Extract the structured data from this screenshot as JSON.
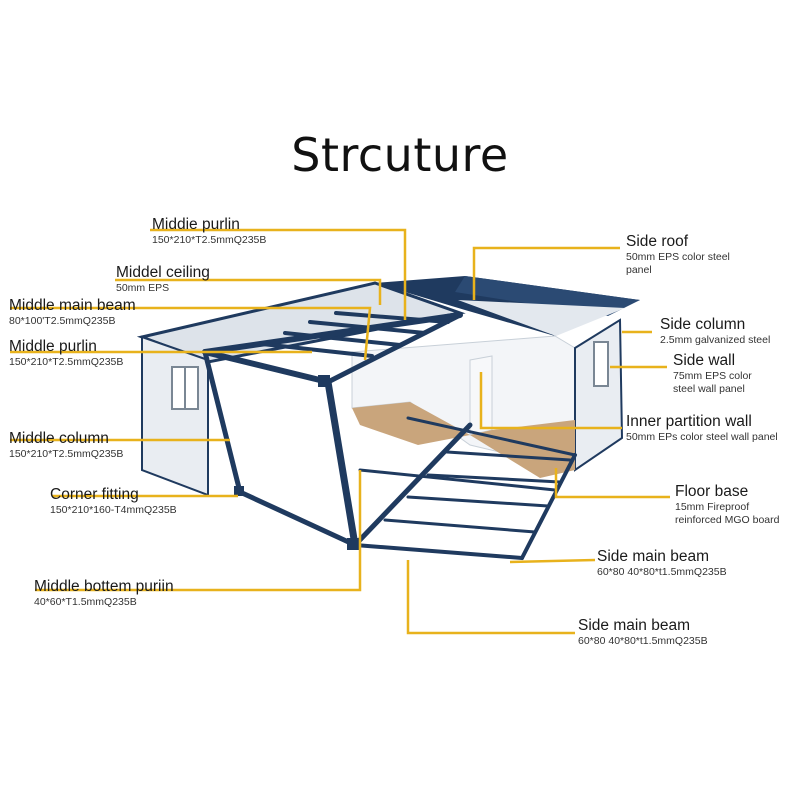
{
  "title": "Strcuture",
  "colors": {
    "frame": "#1f3a5f",
    "leader": "#e8b21c",
    "panel": "#e9edf2",
    "floor": "#c9a57c"
  },
  "callouts": [
    {
      "id": "middie-purlin",
      "name": "Middie purlin",
      "desc": "150*210*T2.5mmQ235B"
    },
    {
      "id": "middel-ceiling",
      "name": "Middel ceiling",
      "desc": "50mm EPS"
    },
    {
      "id": "middle-main-beam",
      "name": "Middle main beam",
      "desc": "80*100'T2.5mmQ235B"
    },
    {
      "id": "middle-purlin",
      "name": "Middle purlin",
      "desc": "150*210*T2.5mmQ235B"
    },
    {
      "id": "middle-column",
      "name": "Middle column",
      "desc": "150*210*T2.5mmQ235B"
    },
    {
      "id": "corner-fitting",
      "name": "Corner fitting",
      "desc": "150*210*160-T4mmQ235B"
    },
    {
      "id": "middle-bottem-puriin",
      "name": "Middle bottem puriin",
      "desc": "40*60*T1.5mmQ235B"
    },
    {
      "id": "side-roof",
      "name": "Side roof",
      "desc": "50mm EPS color steel",
      "desc2": "panel"
    },
    {
      "id": "side-column",
      "name": "Side column",
      "desc": "2.5mm galvanized steel"
    },
    {
      "id": "side-wall",
      "name": "Side wall",
      "desc": "75mm EPS color",
      "desc2": "steel wall panel"
    },
    {
      "id": "inner-partition-wall",
      "name": "Inner partition wall",
      "desc": "50mm EPs color steel wall panel"
    },
    {
      "id": "floor-base",
      "name": "Floor base",
      "desc": "15mm Fireproof",
      "desc2": "reinforced MGO board"
    },
    {
      "id": "side-main-beam-1",
      "name": "Side main beam",
      "desc": "60*80 40*80*t1.5mmQ235B"
    },
    {
      "id": "side-main-beam-2",
      "name": "Side main beam",
      "desc": "60*80 40*80*t1.5mmQ235B"
    }
  ]
}
